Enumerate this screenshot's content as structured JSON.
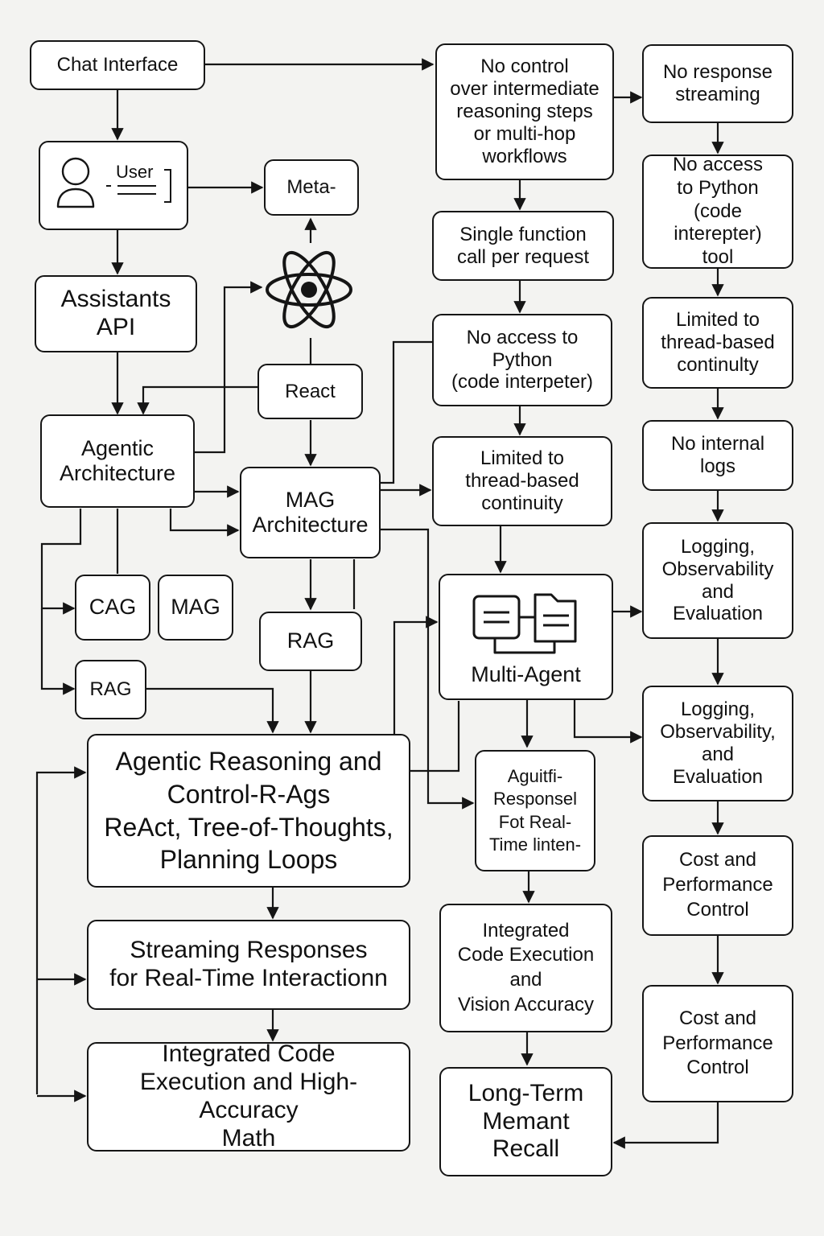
{
  "nodes": {
    "chat_interface": "Chat Interface",
    "user": "User",
    "meta": "Meta-",
    "react": "React",
    "assistants_api": "Assistants\nAPI",
    "agentic_architecture": "Agentic\nArchitecture",
    "mag_architecture": "MAG\nArchitecture",
    "cag": "CAG",
    "mag": "MAG",
    "rag_center": "RAG",
    "rag_left": "RAG",
    "agentic_reasoning": "Agentic Reasoning and\nControl-R-Ags\nReAct, Tree-of-Thoughts,\nPlanning Loops",
    "streaming_responses": "Streaming Responses\nfor Real-Time Interactionn",
    "integrated_code_math": "Integrated Code\nExecution and High-Accuracy\nMath",
    "no_control": "No control\nover intermediate\nreasoning steps\nor multi-hop\nworkflows",
    "single_function": "Single function\ncall per request",
    "no_access_python_mid": "No access to\nPython\n(code interpeter)",
    "limited_thread_mid": "Limited to\nthread-based\ncontinuity",
    "multi_agent": "Multi-Agent",
    "aguitfi": "Aguitfi-\nResponsel\nFot Real-\nTime linten-",
    "integrated_vision": "Integrated\nCode Execution\nand\nVision Accuracy",
    "long_term": "Long-Term\nMemant\nRecall",
    "no_response_streaming": "No response\nstreaming",
    "no_access_python_right": "No access\nto Python\n(code interepter)\ntool",
    "limited_thread_right": "Limited to\nthread-based\ncontinulty",
    "no_internal_logs": "No internal\nlogs",
    "logging_1": "Logging,\nObservability\nand\nEvaluation",
    "logging_2": "Logging,\nObservability,\nand\nEvaluation",
    "cost_1": "Cost and\nPerformance\nControl",
    "cost_2": "Cost and\nPerformance\nControl"
  },
  "icons": {
    "user": "person-icon",
    "react": "atom-icon",
    "multi_agent": "documents-icon"
  },
  "colors": {
    "stroke": "#151515",
    "node_fill": "#ffffff",
    "background": "#f3f3f1"
  }
}
